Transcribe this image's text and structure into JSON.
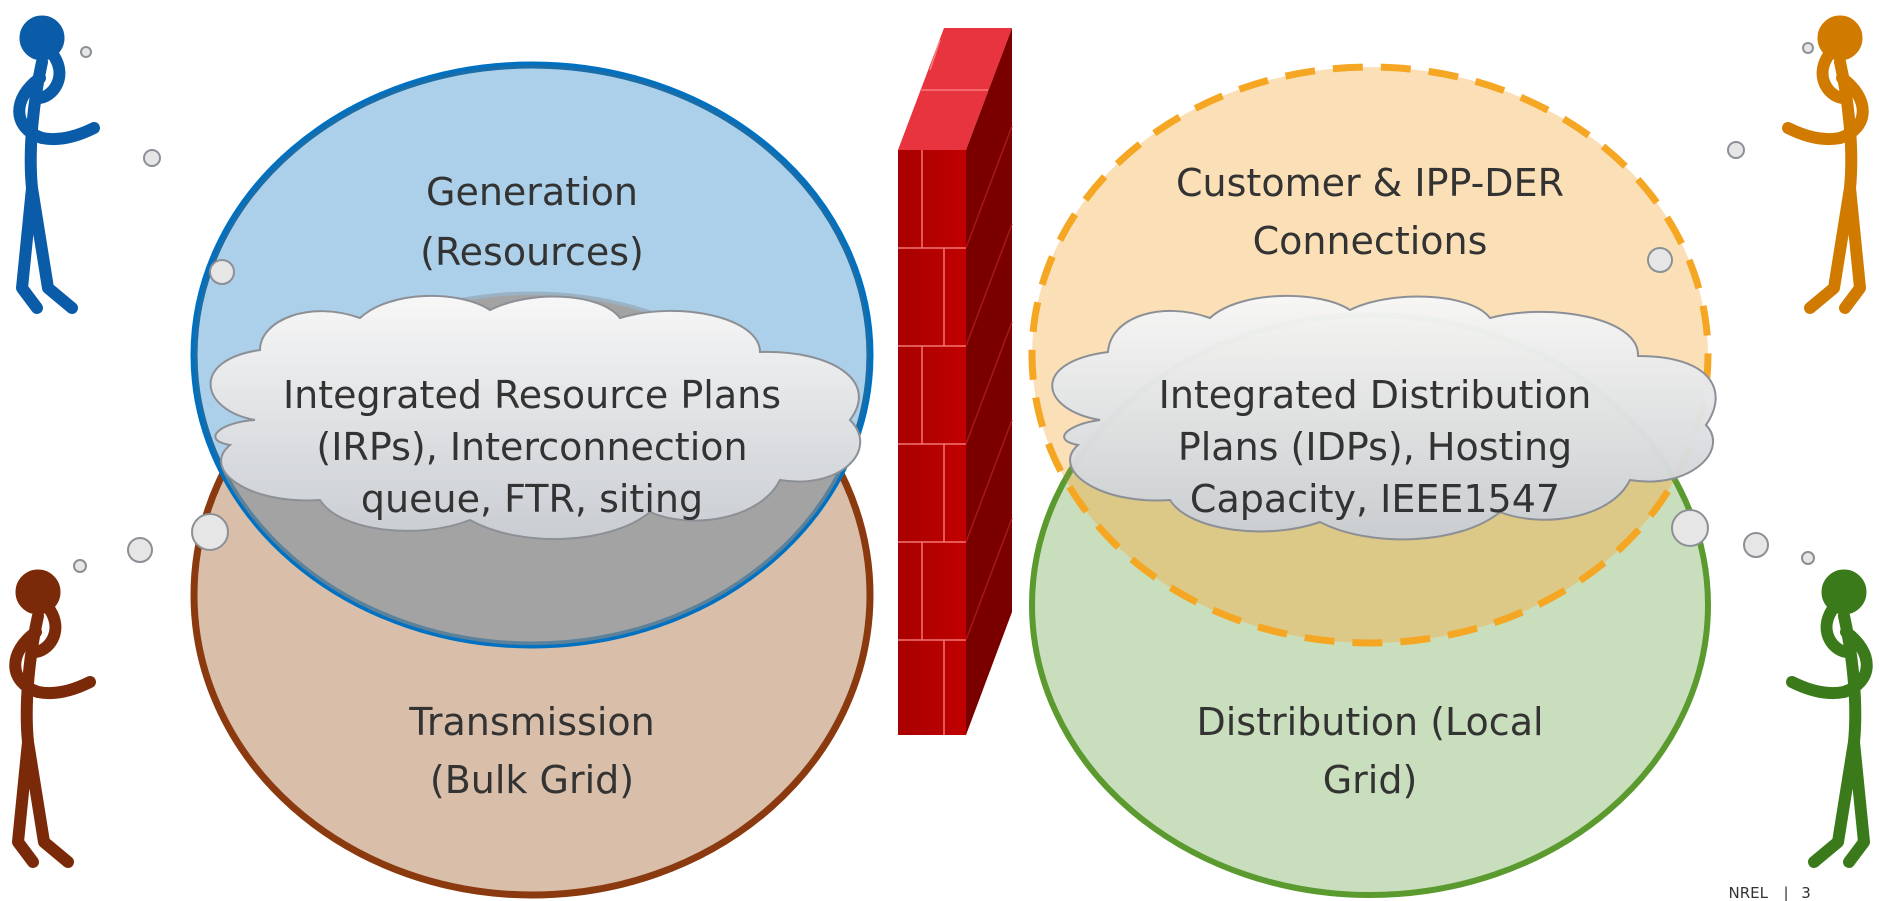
{
  "circles": {
    "generation": {
      "line1": "Generation",
      "line2": "(Resources)"
    },
    "transmission": {
      "line1": "Transmission",
      "line2": "(Bulk Grid)"
    },
    "customer": {
      "line1": "Customer & IPP-DER",
      "line2": "Connections"
    },
    "distribution": {
      "line1": "Distribution (Local",
      "line2": "Grid)"
    }
  },
  "clouds": {
    "left": {
      "line1": "Integrated Resource Plans",
      "line2": "(IRPs), Interconnection",
      "line3": "queue, FTR, siting"
    },
    "right": {
      "line1": "Integrated Distribution",
      "line2": "Plans (IDPs), Hosting",
      "line3": "Capacity, IEEE1547"
    }
  },
  "footer": {
    "org": "NREL",
    "separator": "|",
    "page": "3"
  },
  "colors": {
    "generation": "#0070C0",
    "transmission": "#8B3A0F",
    "customer": "#F5A623",
    "distribution": "#5B9A2E",
    "wall": "#C00000",
    "person_blue": "#0A5BA8",
    "person_orange": "#D07A00",
    "person_brown": "#7A2A08",
    "person_green": "#3A7A1A"
  },
  "icons": [
    "thinking-person-icon",
    "brick-wall-icon",
    "thought-cloud-icon"
  ]
}
